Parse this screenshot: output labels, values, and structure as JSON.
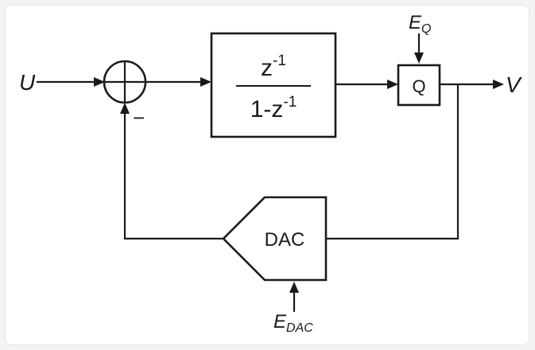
{
  "diagram": {
    "input_label": "U",
    "output_label": "V",
    "summer_minus": "−",
    "integrator": {
      "numerator_base": "z",
      "numerator_exp": "-1",
      "denominator_prefix": "1-z",
      "denominator_exp": "-1"
    },
    "quantizer": {
      "label": "Q",
      "noise_base": "E",
      "noise_sub": "Q"
    },
    "dac": {
      "label": "DAC",
      "noise_base": "E",
      "noise_sub": "DAC"
    }
  }
}
